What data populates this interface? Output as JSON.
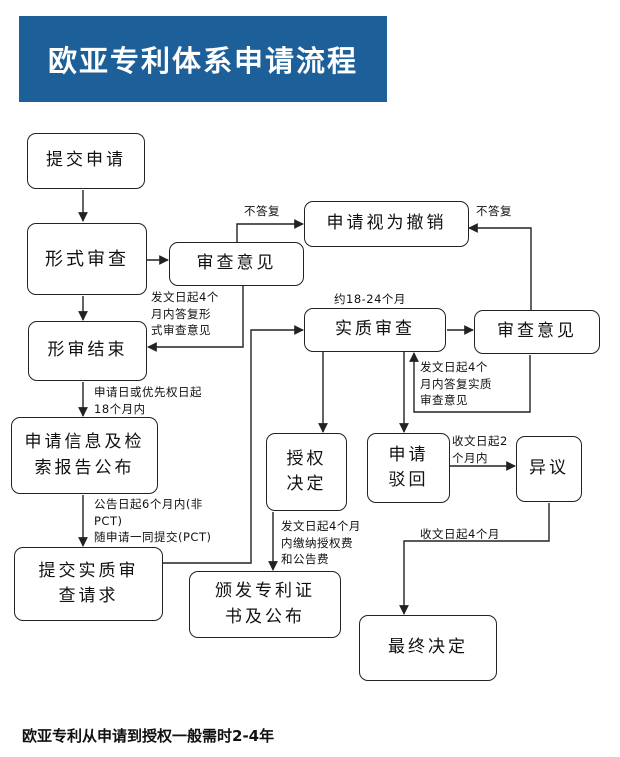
{
  "title": "欧亚专利体系申请流程",
  "footer": "欧亚专利从申请到授权一般需时2-4年",
  "nodes": {
    "submit_application": "提交申请",
    "formal_exam": "形式审查",
    "formal_opinion": "审查意见",
    "deemed_withdrawn": "申请视为撤销",
    "formal_exam_end": "形审结束",
    "substantive_exam": "实质审查",
    "substantive_opinion": "审查意见",
    "publication": "申请信息及检\n索报告公布",
    "grant_decision": "授权\n决定",
    "rejection": "申请\n驳回",
    "objection": "异议",
    "substantive_request": "提交实质审\n查请求",
    "patent_certificate": "颁发专利证\n书及公布",
    "final_decision": "最终决定"
  },
  "labels": {
    "no_reply_left": "不答复",
    "no_reply_right": "不答复",
    "formal_reply_deadline": "发文日起4个\n月内答复形\n式审查意见",
    "duration_18_24": "约18-24个月",
    "publication_timing": "申请日或优先权日起\n18个月内",
    "substantive_reply_deadline": "发文日起4个\n月内答复实质\n审查意见",
    "objection_deadline_2": "收文日起2\n个月内",
    "objection_deadline_4": "收文日起4个月",
    "exam_request_timing": "公告日起6个月内(非\nPCT)\n随申请一同提交(PCT)",
    "grant_fee_deadline": "发文日起4个月\n内缴纳授权费\n和公告费"
  },
  "colors": {
    "banner": "#1c5f99",
    "banner_text": "#ffffff",
    "line": "#222222"
  }
}
